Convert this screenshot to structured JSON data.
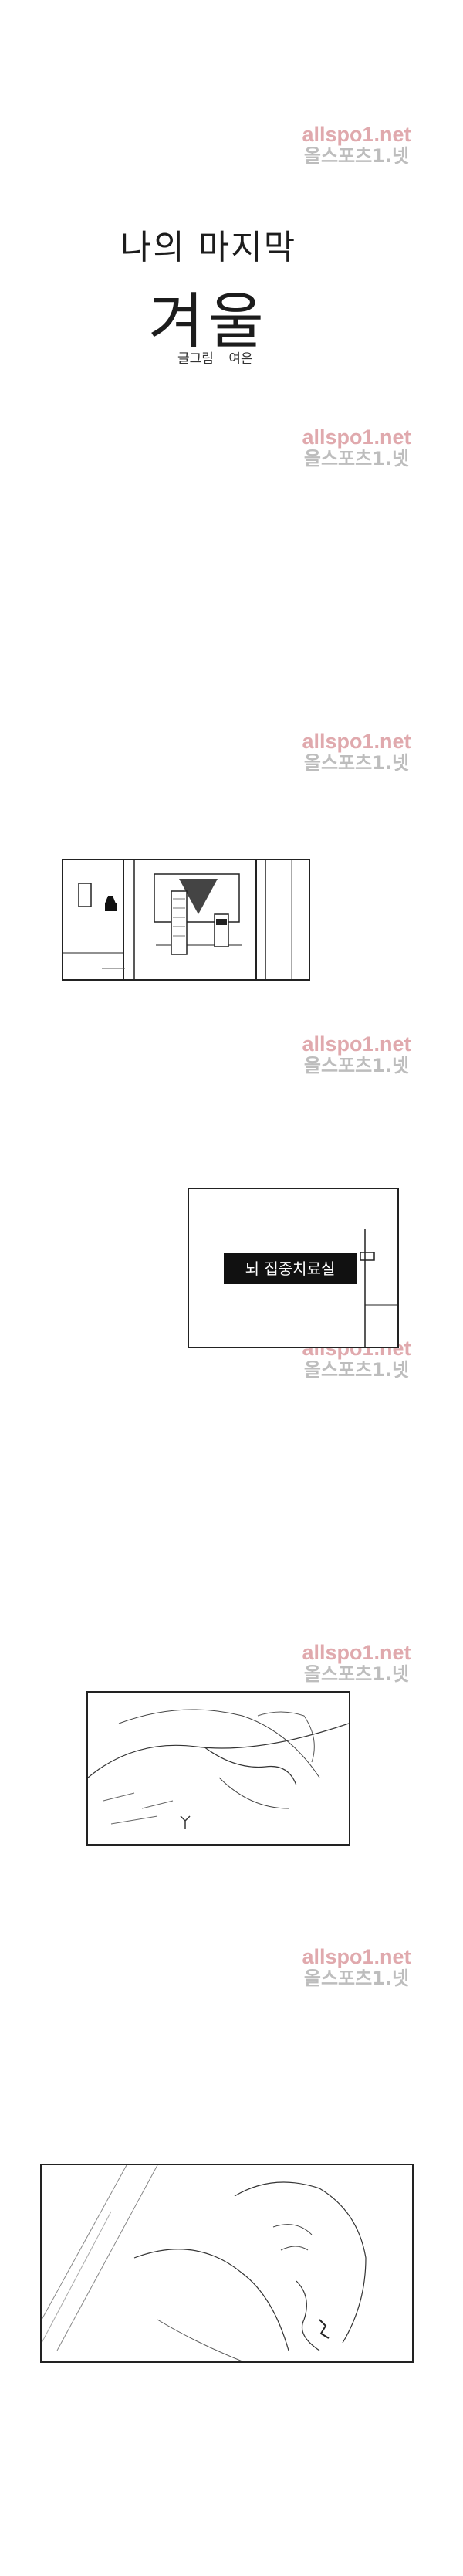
{
  "watermark": {
    "site": "allspo1.net",
    "site_korean": "올스포츠1.넷"
  },
  "title": {
    "line1": "나의 마지막",
    "line2": "겨울"
  },
  "credit": {
    "role": "글그림",
    "author": "여은"
  },
  "panels": {
    "room_sign": "뇌 집중치료실"
  }
}
